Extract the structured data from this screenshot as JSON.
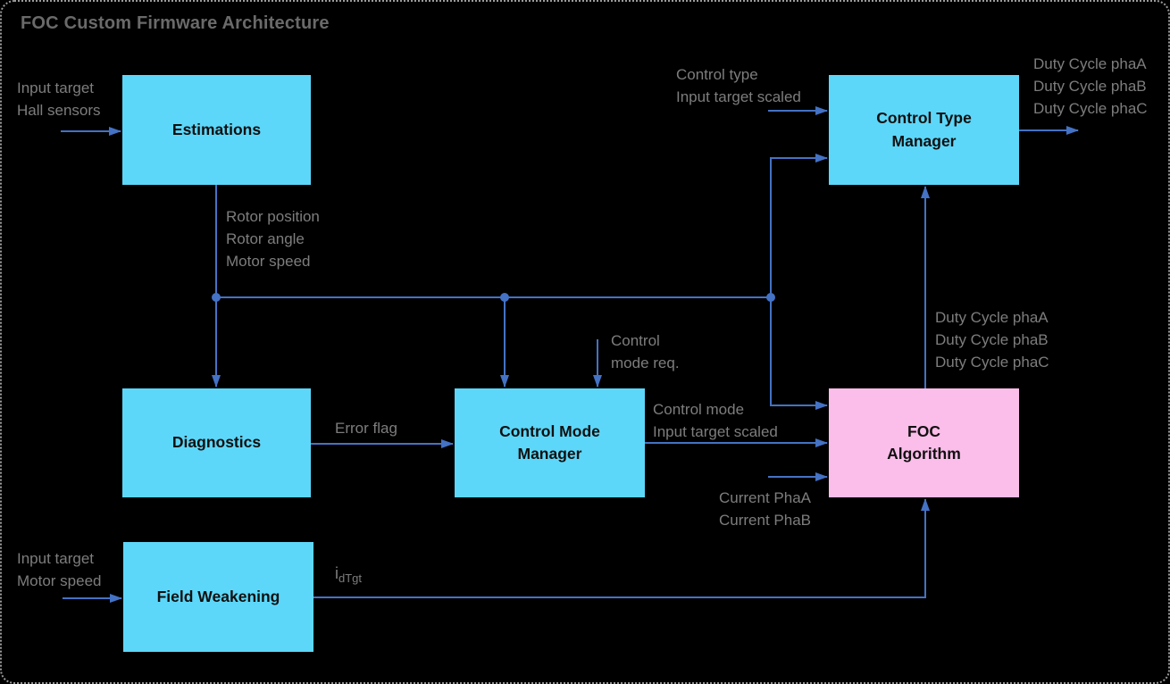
{
  "title": "FOC Custom Firmware Architecture",
  "colors": {
    "background": "#000000",
    "border_dots": "#9a9a9a",
    "block_cyan": "#5dd7f9",
    "block_pink": "#fbbde9",
    "connector_blue": "#4472c4",
    "label_gray": "#7d7d7d",
    "title_gray": "#6a6a6a",
    "block_text": "#101010"
  },
  "blocks": {
    "estimations": {
      "label": "Estimations"
    },
    "control_type_manager": {
      "label": "Control Type\nManager"
    },
    "diagnostics": {
      "label": "Diagnostics"
    },
    "control_mode_manager": {
      "label": "Control Mode\nManager"
    },
    "foc_algorithm": {
      "label": "FOC\nAlgorithm"
    },
    "field_weakening": {
      "label": "Field Weakening"
    }
  },
  "labels": {
    "estimations_inputs": "Input target\nHall sensors",
    "ctm_inputs": "Control type\nInput target scaled",
    "ctm_outputs": "Duty Cycle phaA\nDuty Cycle phaB\nDuty Cycle phaC",
    "estimations_outputs": "Rotor position\nRotor angle\nMotor speed",
    "cmm_request_input": "Control\nmode req.",
    "foc_outputs": "Duty Cycle phaA\nDuty Cycle phaB\nDuty Cycle phaC",
    "error_flag": "Error flag",
    "cmm_outputs": "Control mode\nInput target scaled",
    "foc_current_inputs": "Current PhaA\nCurrent PhaB",
    "fw_inputs": "Input target\nMotor speed",
    "fw_output_base": "i",
    "fw_output_sub": "dTgt"
  }
}
